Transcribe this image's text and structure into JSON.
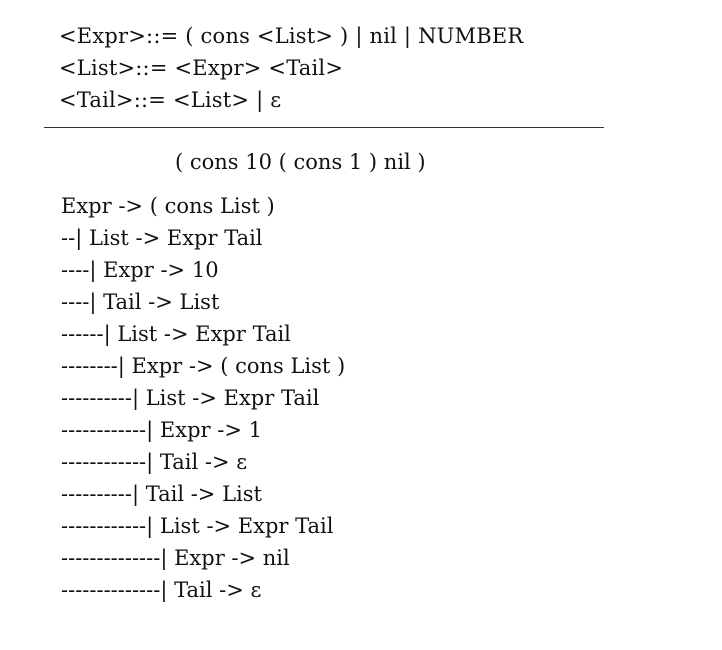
{
  "grammar": {
    "rules": [
      "<Expr>::= ( cons <List> ) | nil | NUMBER",
      "<List>::= <Expr> <Tail>",
      "<Tail>::= <List> | ε"
    ]
  },
  "input": {
    "expression": "( cons 10 ( cons 1 ) nil )"
  },
  "derivation": {
    "lines": [
      "Expr -> ( cons List )",
      "--| List -> Expr Tail",
      "----| Expr -> 10",
      "----| Tail -> List",
      "------| List -> Expr Tail",
      "--------| Expr -> ( cons List )",
      "----------| List -> Expr Tail",
      "------------| Expr -> 1",
      "------------| Tail -> ε",
      "----------| Tail -> List",
      "------------| List -> Expr Tail",
      "--------------| Expr -> nil",
      "--------------| Tail -> ε"
    ]
  }
}
